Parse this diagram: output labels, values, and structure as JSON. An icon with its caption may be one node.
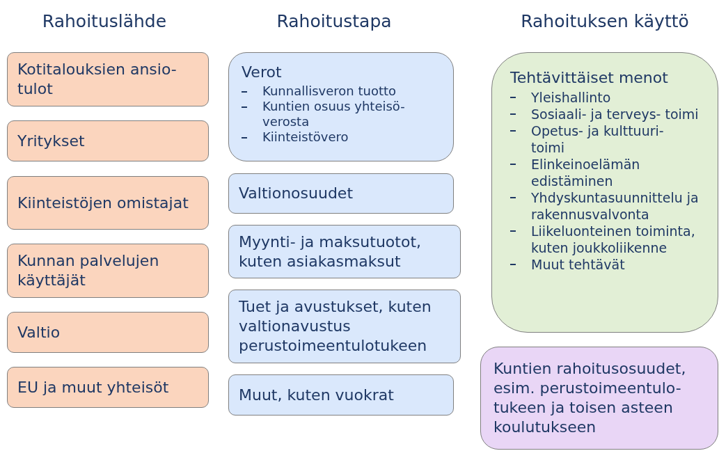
{
  "diagram": {
    "nodes": [
      {
        "text": [
          "Kotitalouksien ansio- tulot"
        ]
      },
      {
        "text": [
          "Yritykset"
        ]
      },
      {
        "text": [
          "Kiinteistöjen omistajat"
        ]
      },
      {
        "text": [
          "Kunnan palvelujen käyttäjät"
        ]
      },
      {
        "text": [
          "Valtio"
        ]
      },
      {
        "text": [
          "EU ja muut yhteisöt"
        ]
      },
      {
        "text": [
          "Verot",
          "Kunnallisveron tuotto",
          "Kuntien osuus yhteisö- verosta",
          "Kiinteistövero"
        ]
      },
      {
        "text": [
          "Valtionosuudet"
        ]
      },
      {
        "text": [
          "Myynti- ja maksutuotot, kuten asiakasmaksut"
        ]
      },
      {
        "text": [
          "Tuet ja avustukset, kuten valtionavustus perustoimeentulotukeen"
        ]
      },
      {
        "text": [
          "Muut, kuten vuokrat"
        ]
      },
      {
        "text": [
          "Tehtävittäiset menot",
          "Yleishallinto",
          "Sosiaali- ja terveys- toimi",
          "Opetus- ja kulttuuri- toimi",
          "Elinkeinoelämän edistäminen",
          "Yhdyskuntasuunnittelu ja rakennusvalvonta",
          "Liikeluonteinen toiminta, kuten joukkoliikenne",
          "Muut tehtävät"
        ]
      },
      {
        "text": [
          "Kuntien rahoitusosuudet, esim. perustoimeentulo- tukeen ja toisen asteen koulutukseen"
        ]
      }
    ],
    "labels": [
      "Rahoituslähde",
      "Rahoitustapa",
      "Rahoituksen käyttö"
    ]
  }
}
